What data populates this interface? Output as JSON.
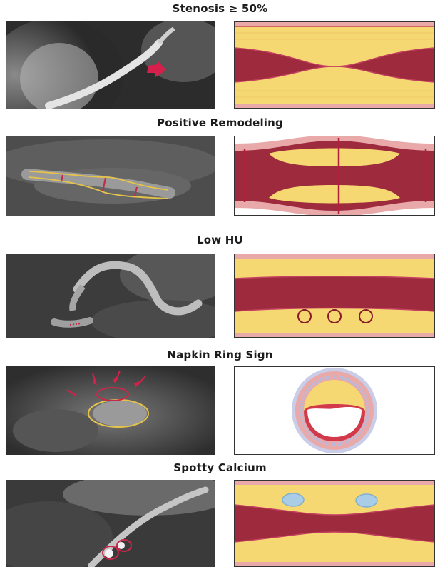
{
  "figure": {
    "sections": [
      {
        "key": "stenosis",
        "title": "Stenosis ≥ 50%"
      },
      {
        "key": "remodeling",
        "title": "Positive Remodeling"
      },
      {
        "key": "lowhu",
        "title": "Low HU"
      },
      {
        "key": "napkin",
        "title": "Napkin Ring Sign"
      },
      {
        "key": "calcium",
        "title": "Spotty Calcium"
      }
    ]
  },
  "colors": {
    "plaque_yellow": "#f6d873",
    "wall_pink": "#e8a9a8",
    "lumen_red": "#9e2a3d",
    "annotation_red": "#c8284a",
    "annotation_yellow": "#e5c34a",
    "calcium_blue": "#a9cde6"
  }
}
